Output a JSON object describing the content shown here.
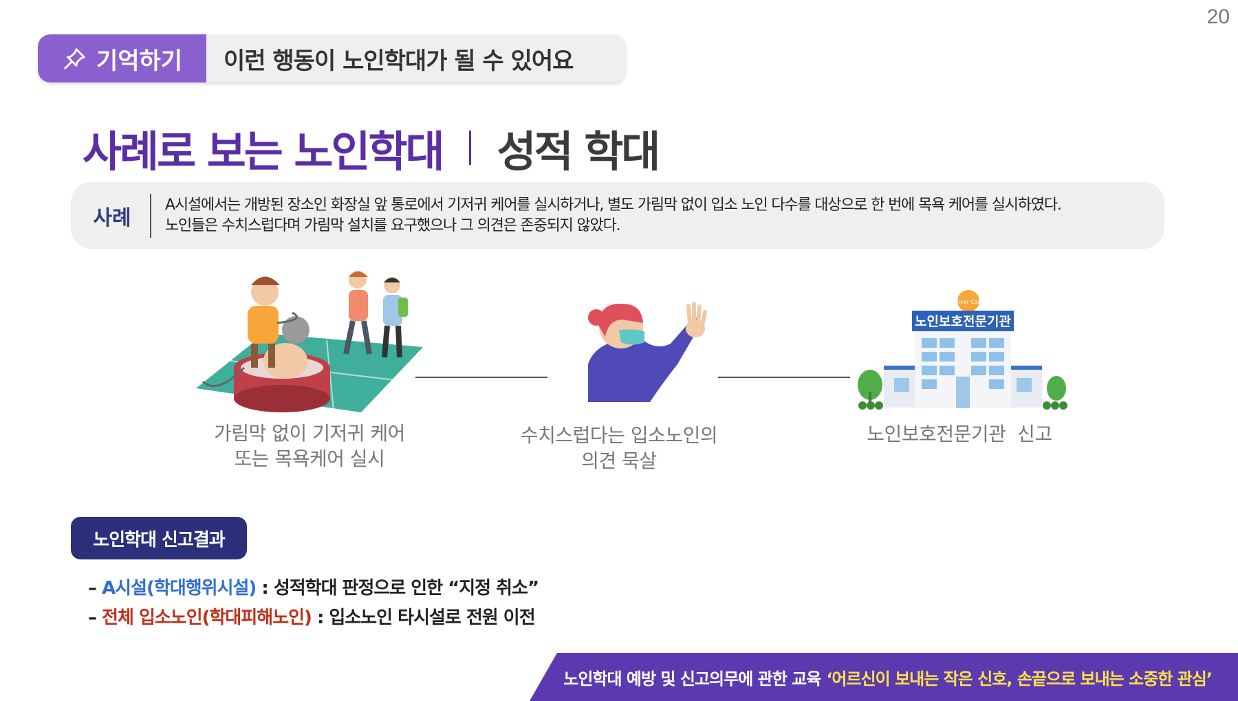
{
  "page_number": "20",
  "banner": {
    "tag_label": "기억하기",
    "tag_icon": "pin-icon",
    "text": "이런 행동이 노인학대가 될 수 있어요"
  },
  "title": {
    "main": "사례로 보는 노인학대",
    "sub": "성적 학대"
  },
  "case": {
    "label": "사례",
    "line1": "A시설에서는 개방된 장소인 화장실 앞 통로에서 기저귀 케어를 실시하거나, 별도 가림막 없이 입소 노인 다수를 대상으로 한 번에 목욕 케어를 실시하였다.",
    "line2": "노인들은 수치스럽다며 가림막 설치를 요구했으나 그 의견은 존중되지 않았다."
  },
  "steps": [
    {
      "line1": "가림막 없이 기저귀 케어",
      "line2": "또는 목욕케어 실시"
    },
    {
      "line1": "수치스럽다는 입소노인의",
      "line2": "의견 묵살"
    },
    {
      "line1": "노인보호전문기관  신고",
      "line2": "",
      "building_sign": "노인보호전문기관",
      "logo_text": "Silver Care"
    }
  ],
  "result": {
    "badge": "노인학대 신고결과",
    "items": [
      {
        "prefix": "– ",
        "highlight": "A시설(학대행위시설)",
        "rest": " : 성적학대 판정으로 인한 “지정 취소”"
      },
      {
        "prefix": "– ",
        "highlight": "전체 입소노인(학대피해노인)",
        "rest": " : 입소노인 타시설로 전원 이전"
      }
    ]
  },
  "footer": {
    "text": "노인학대 예방 및 신고의무에 관한 교육",
    "slogan": "‘어르신이 보내는 작은 신호, 손끝으로 보내는 소중한 관심’"
  },
  "colors": {
    "purple": "#8a5fce",
    "title_purple": "#5b2ea6",
    "navy": "#2c2f7a",
    "blue": "#2f6fd0",
    "red": "#c0311a",
    "footer": "#5b3ab0",
    "slogan": "#ffe24a"
  }
}
